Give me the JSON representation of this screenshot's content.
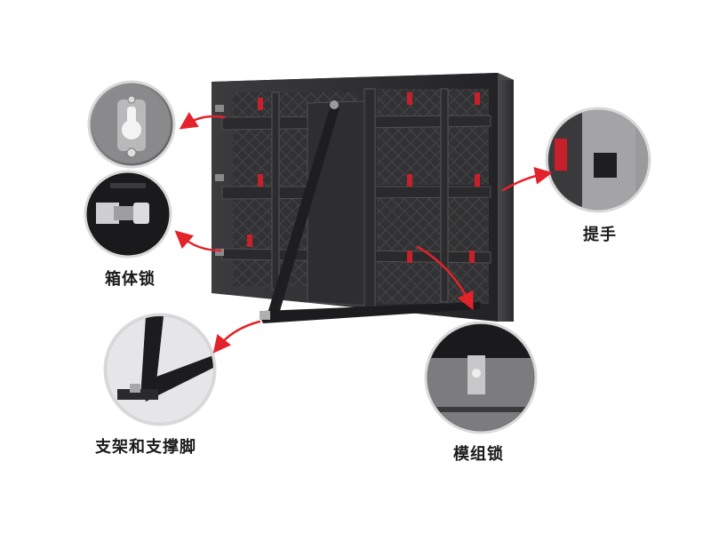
{
  "labels": {
    "box_lock": "箱体锁",
    "handle": "提手",
    "stand": "支架和支撑脚",
    "module_lock": "模组锁"
  },
  "colors": {
    "cabinet_frame": "#2b2b2d",
    "cabinet_panel": "#3a3a3c",
    "module_red": "#c8202a",
    "arrow_red": "#e2232b",
    "callout_ring": "#d9d9d9"
  },
  "icons": {
    "callout_box_lock_top": "keyhole-lock-closeup",
    "callout_box_lock_bolt": "bolt-lock-closeup",
    "callout_handle": "handle-closeup",
    "callout_stand": "stand-foot-closeup",
    "callout_module_lock": "module-latch-closeup"
  }
}
